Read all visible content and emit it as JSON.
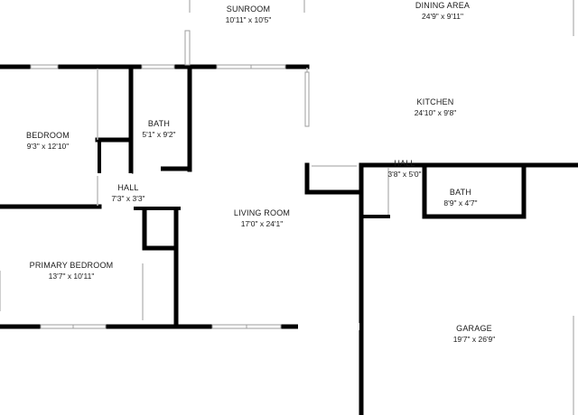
{
  "rooms": {
    "sunroom": {
      "name": "SUNROOM",
      "dims": "10'11\" x 10'5\""
    },
    "dining": {
      "name": "DINING AREA",
      "dims": "24'9\" x 9'11\""
    },
    "kitchen": {
      "name": "KITCHEN",
      "dims": "24'10\" x 9'8\""
    },
    "bedroom": {
      "name": "BEDROOM",
      "dims": "9'3\" x 12'10\""
    },
    "bath1": {
      "name": "BATH",
      "dims": "5'1\" x 9'2\""
    },
    "hall1": {
      "name": "HALL",
      "dims": "7'3\" x 3'3\""
    },
    "hall2": {
      "name": "HALL",
      "dims": "3'8\" x 5'0\""
    },
    "bath2": {
      "name": "BATH",
      "dims": "8'9\" x 4'7\""
    },
    "living": {
      "name": "LIVING ROOM",
      "dims": "17'0\" x 24'1\""
    },
    "primary": {
      "name": "PRIMARY BEDROOM",
      "dims": "13'7\" x 10'11\""
    },
    "garage": {
      "name": "GARAGE",
      "dims": "19'7\" x 26'9\""
    }
  }
}
